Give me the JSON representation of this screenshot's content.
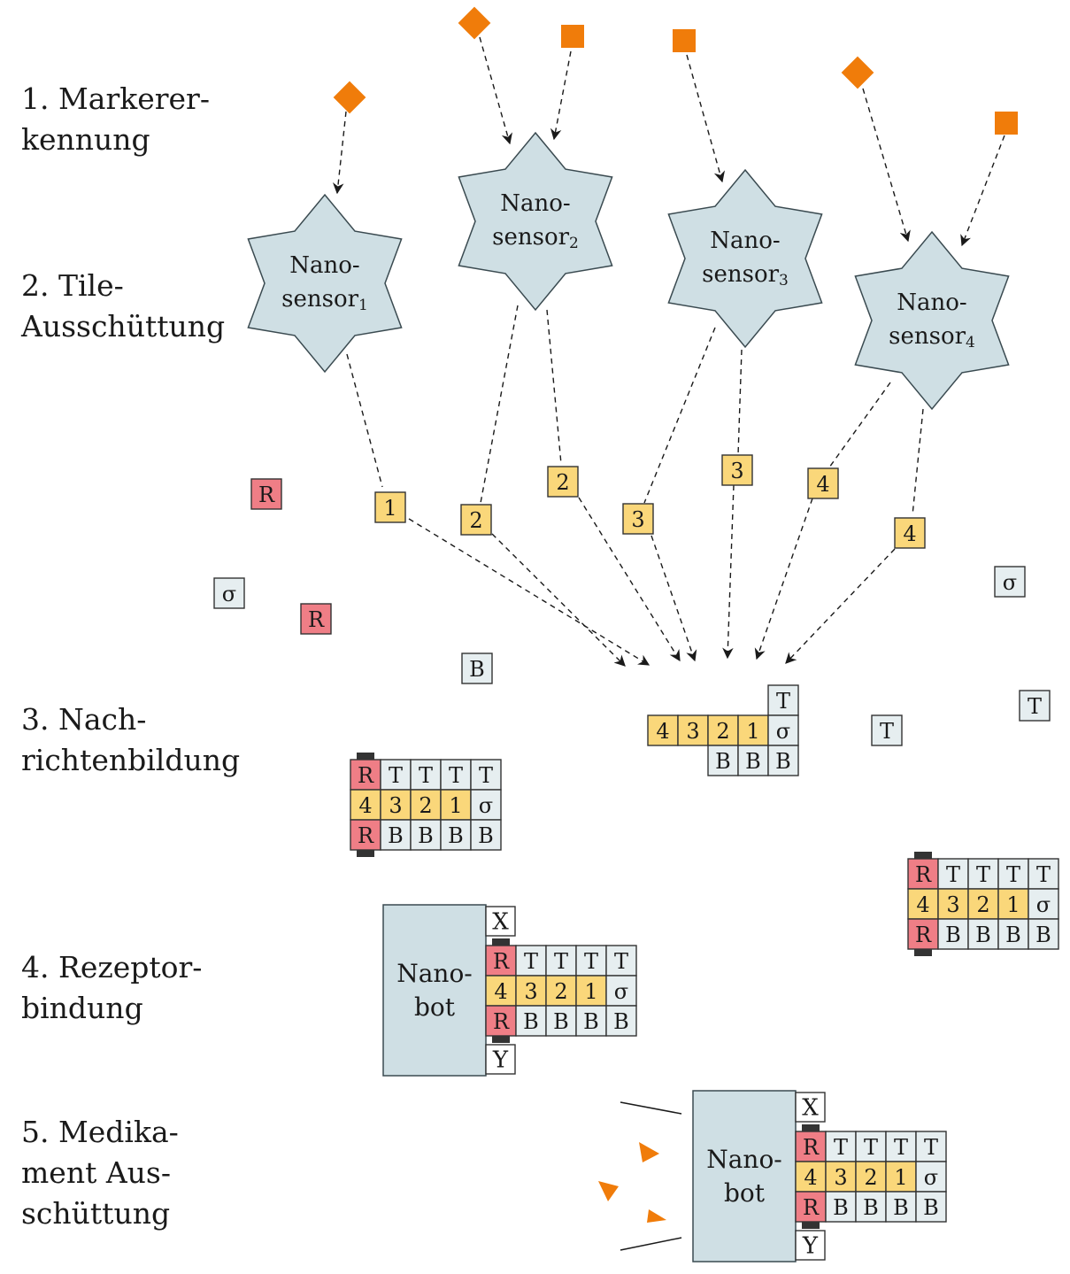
{
  "stages": [
    {
      "label": "1. Markerer-\nkennung"
    },
    {
      "label": "2. Tile-\nAusschüttung"
    },
    {
      "label": "3. Nach-\nrichtenbildung"
    },
    {
      "label": "4. Rezeptor-\nbindung"
    },
    {
      "label": "5. Medika-\nment Aus-\nschüttung"
    }
  ],
  "sensors": [
    {
      "line1": "Nano-",
      "line2": "sensor",
      "index": "1"
    },
    {
      "line1": "Nano-",
      "line2": "sensor",
      "index": "2"
    },
    {
      "line1": "Nano-",
      "line2": "sensor",
      "index": "3"
    },
    {
      "line1": "Nano-",
      "line2": "sensor",
      "index": "4"
    }
  ],
  "free_tiles": {
    "receptor": "R",
    "sigma": "σ",
    "bottom": "B",
    "top": "T"
  },
  "emitted_tiles": [
    "1",
    "2",
    "2",
    "3",
    "3",
    "4",
    "4"
  ],
  "partial_message": {
    "top": [
      "T"
    ],
    "middle": [
      "4",
      "3",
      "2",
      "1",
      "σ"
    ],
    "bottom": [
      "B",
      "B",
      "B"
    ]
  },
  "message": {
    "top": [
      "R",
      "T",
      "T",
      "T",
      "T"
    ],
    "middle": [
      "4",
      "3",
      "2",
      "1",
      "σ"
    ],
    "bottom": [
      "R",
      "B",
      "B",
      "B",
      "B"
    ]
  },
  "nanobot": {
    "line1": "Nano-",
    "line2": "bot",
    "receptor_x": "X",
    "receptor_y": "Y"
  },
  "colors": {
    "marker": "#f07c0a",
    "sensor_fill": "#cfdfe4",
    "tile_yellow": "#fad77a",
    "tile_red": "#ef7e86",
    "tile_grey": "#e6eef0",
    "nanobot_fill": "#cfdfe4",
    "binder": "#333333"
  }
}
